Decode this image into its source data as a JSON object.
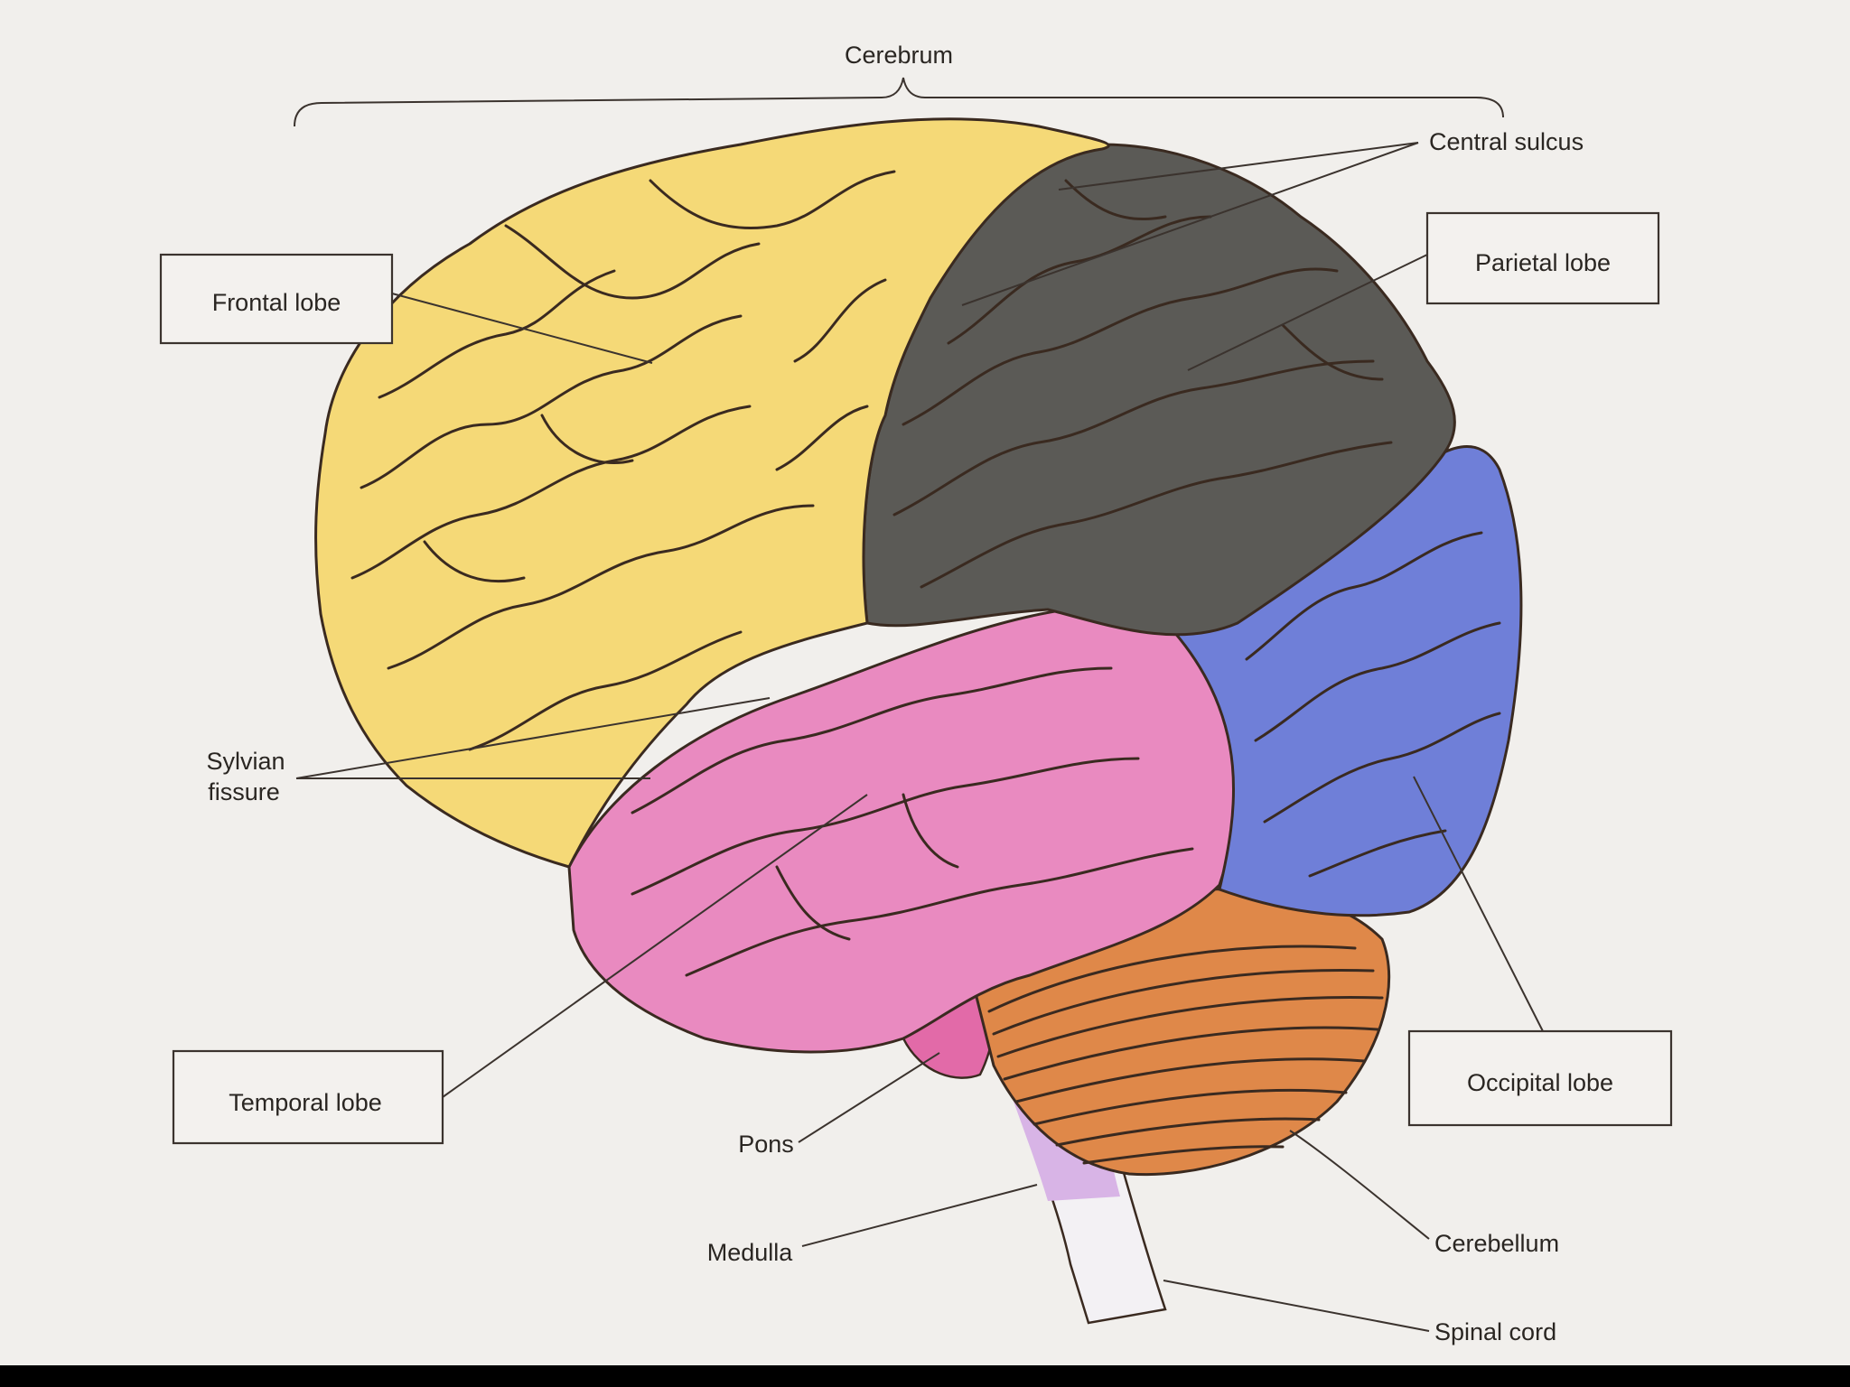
{
  "diagram": {
    "top_label": "Cerebrum",
    "labels": {
      "frontal_lobe": "Frontal lobe",
      "parietal_lobe": "Parietal lobe",
      "central_sulcus": "Central sulcus",
      "sylvian_fissure_line1": "Sylvian",
      "sylvian_fissure_line2": "fissure",
      "temporal_lobe": "Temporal lobe",
      "occipital_lobe": "Occipital lobe",
      "pons": "Pons",
      "medulla": "Medulla",
      "cerebellum": "Cerebellum",
      "spinal_cord": "Spinal cord"
    },
    "colors": {
      "frontal": "#f5d977",
      "parietal": "#5b5a56",
      "temporal": "#e98ac0",
      "occipital": "#6f7fd8",
      "cerebellum": "#df8849",
      "pons": "#e26aa8",
      "medulla": "#d8b4e6",
      "spinal_cord": "#f3f1f4",
      "background": "#f1efec"
    }
  }
}
